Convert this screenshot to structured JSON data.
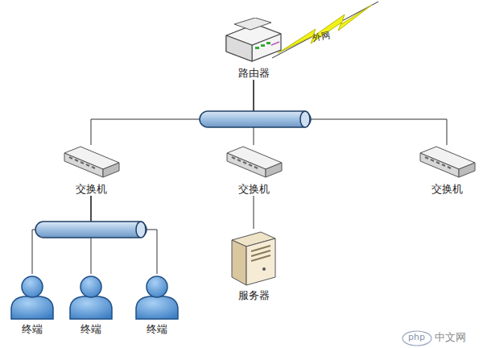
{
  "diagram": {
    "nodes": [
      {
        "text": [
          "路由器"
        ]
      },
      {
        "text": [
          "交换机"
        ]
      },
      {
        "text": [
          "交换机"
        ]
      },
      {
        "text": [
          "交换机"
        ]
      },
      {
        "text": [
          "服务器"
        ]
      },
      {
        "text": [
          "终端"
        ]
      },
      {
        "text": [
          "终端"
        ]
      },
      {
        "text": [
          "终端"
        ]
      }
    ],
    "edges": [
      {
        "from": 0,
        "to": 1,
        "arrow": "none"
      },
      {
        "from": 0,
        "to": 2,
        "arrow": "none"
      },
      {
        "from": 0,
        "to": 3,
        "arrow": "none"
      },
      {
        "from": 2,
        "to": 4,
        "arrow": "none"
      },
      {
        "from": 1,
        "to": 5,
        "arrow": "none"
      },
      {
        "from": 1,
        "to": 6,
        "arrow": "none"
      },
      {
        "from": 1,
        "to": 7,
        "arrow": "none"
      }
    ],
    "labels": [
      "外网",
      "php",
      "中文网"
    ]
  }
}
